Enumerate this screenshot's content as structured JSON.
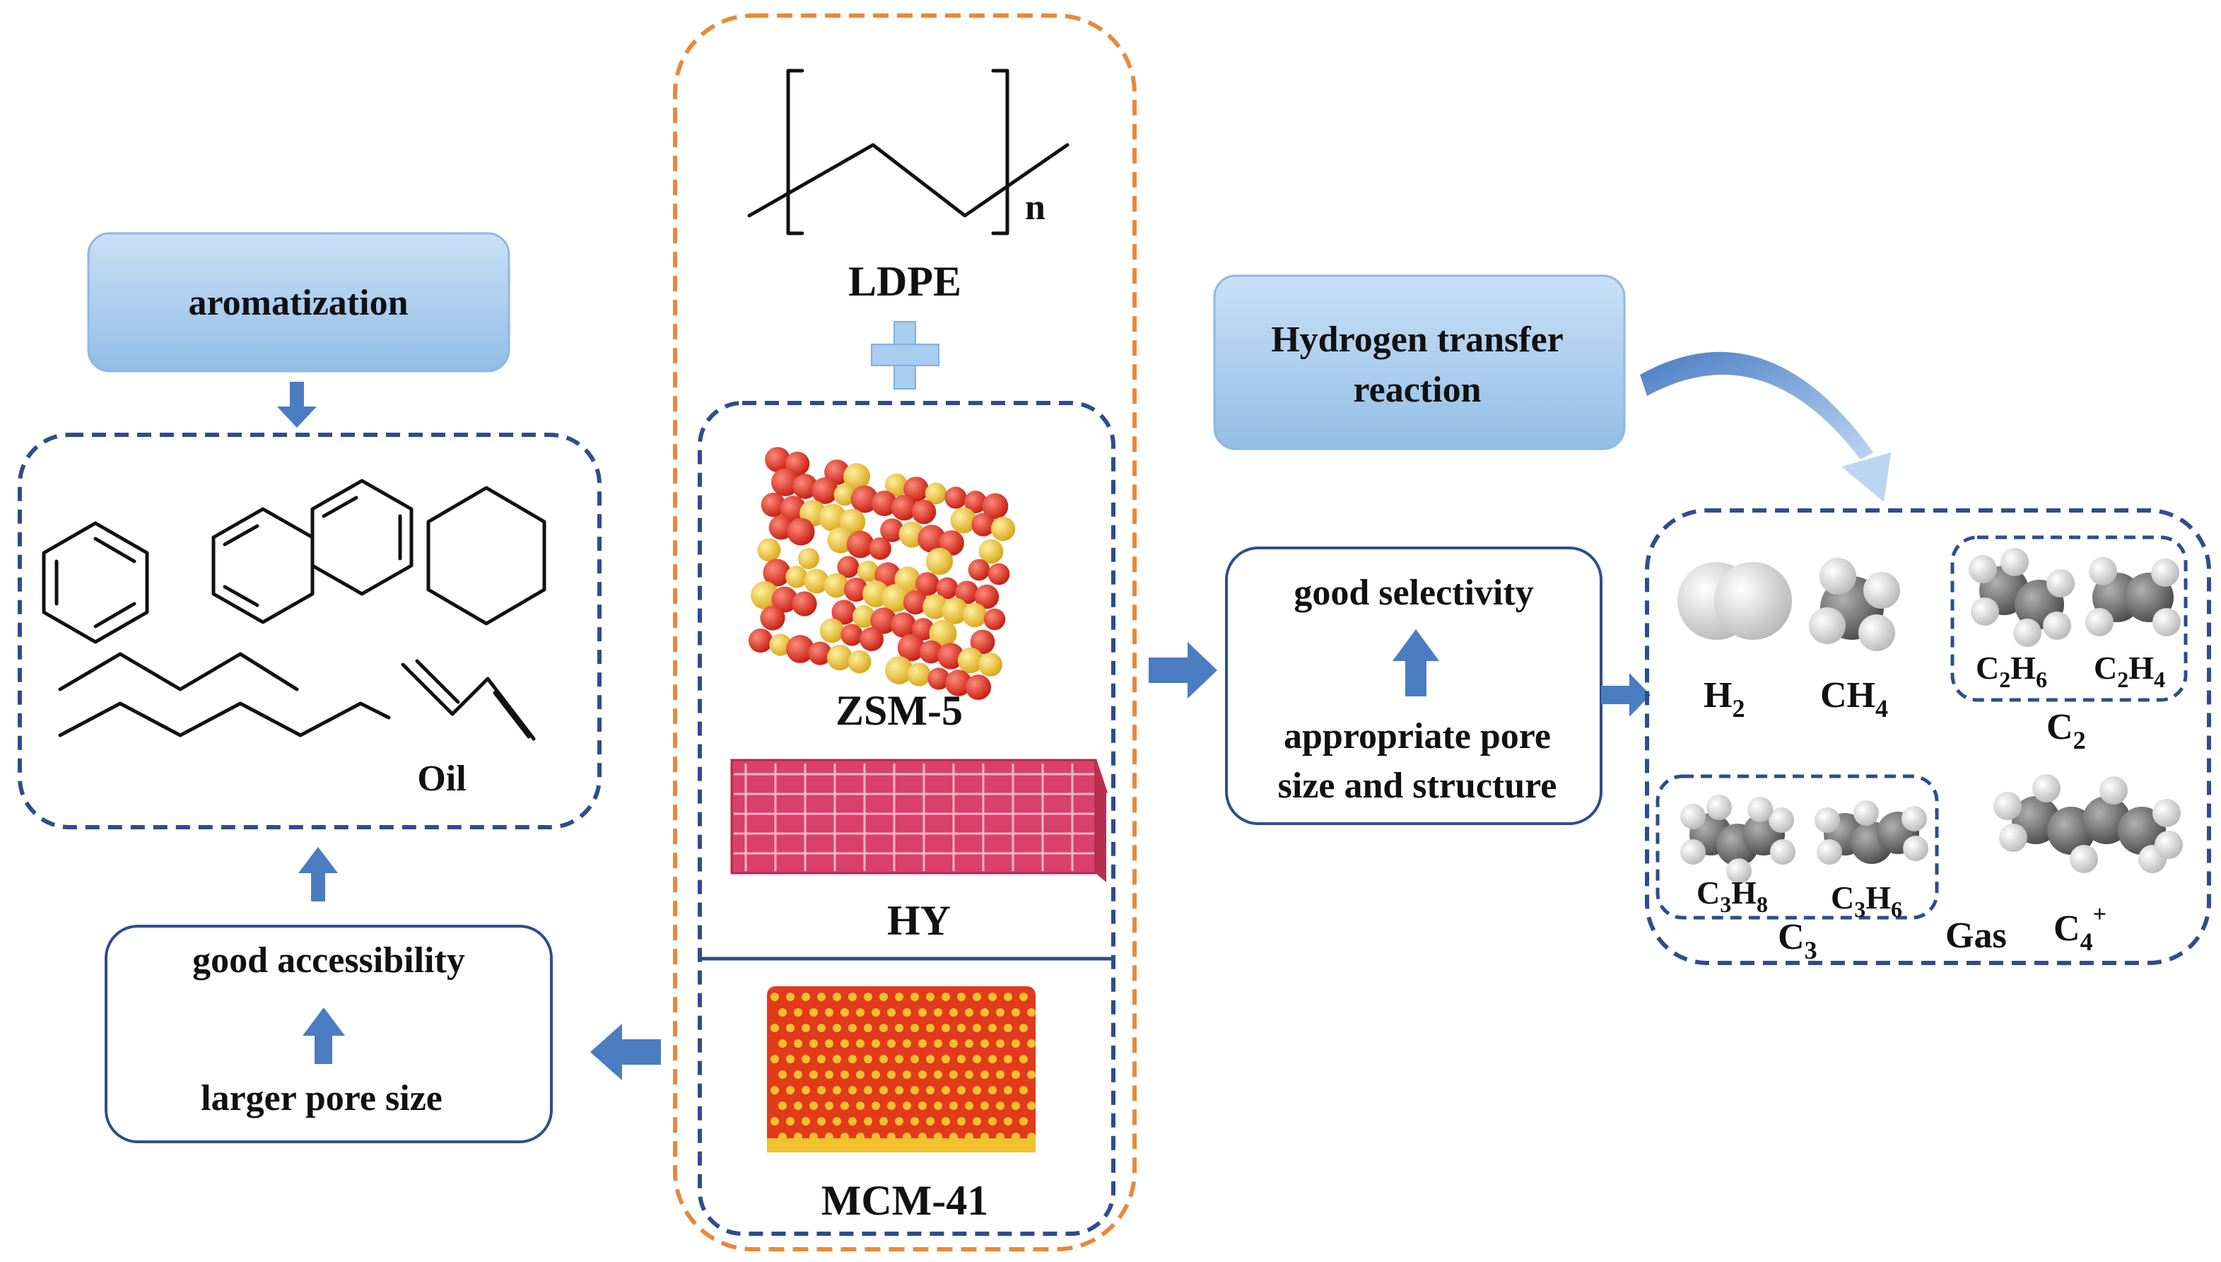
{
  "colors": {
    "box_fill": "#a9cdee",
    "box_stroke": "#7fb0e0",
    "arrow": "#4a7cc2",
    "dash_blue": "#2e4d8c",
    "dash_orange": "#e8893a",
    "zsm_red": "#e02b1b",
    "zsm_yellow": "#f2c12e",
    "hy_pink": "#d9406a",
    "gas_grey": "#8a8a8a"
  },
  "center": {
    "polymer": "LDPE",
    "subscript_n": "n",
    "catalysts": [
      "ZSM-5",
      "HY",
      "MCM-41"
    ]
  },
  "left": {
    "mechanism": "aromatization",
    "product": "Oil",
    "reason_top": "good accessibility",
    "reason_bottom": "larger pore size"
  },
  "right": {
    "mechanism_line1": "Hydrogen transfer",
    "mechanism_line2": "reaction",
    "reason_top": "good selectivity",
    "reason_bottom_line1": "appropriate pore",
    "reason_bottom_line2": "size and structure",
    "gas_label": "Gas",
    "group_c2": {
      "base": "C",
      "sub": "2"
    },
    "group_c3": {
      "base": "C",
      "sub": "3"
    },
    "gases": {
      "h2": {
        "base": "H",
        "sub": "2"
      },
      "ch4": {
        "base": "CH",
        "sub": "4"
      },
      "c2h6": {
        "c": "C",
        "csub": "2",
        "h": "H",
        "hsub": "6"
      },
      "c2h4": {
        "c": "C",
        "csub": "2",
        "h": "H",
        "hsub": "4"
      },
      "c3h8": {
        "c": "C",
        "csub": "3",
        "h": "H",
        "hsub": "8"
      },
      "c3h6": {
        "c": "C",
        "csub": "3",
        "h": "H",
        "hsub": "6"
      },
      "c4plus": {
        "base": "C",
        "sub": "4",
        "sup": "+"
      }
    }
  }
}
